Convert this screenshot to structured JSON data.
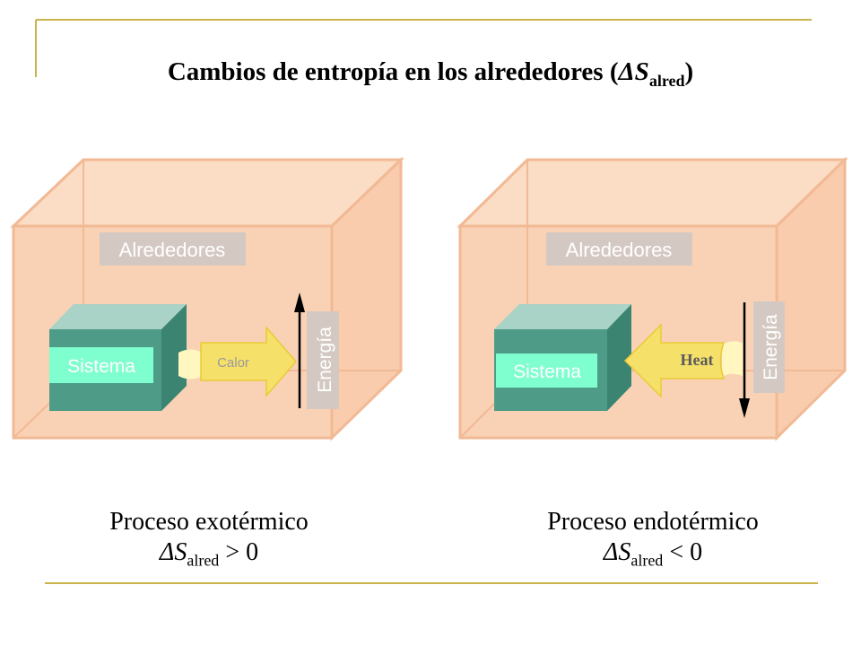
{
  "title": {
    "prefix": "Cambios de entropía en los alrededores (",
    "delta_s": "ΔS",
    "subscript": "alred",
    "suffix": ")"
  },
  "panels": [
    {
      "surroundings_label": "Alrededores",
      "system_label": "Sistema",
      "heat_label": "Calor",
      "energy_label": "Energía",
      "process_label": "Proceso exotérmico",
      "delta_s": "ΔS",
      "subscript": "alred",
      "relation": " > 0"
    },
    {
      "surroundings_label": "Alrededores",
      "system_label": "Sistema",
      "heat_label": "Heat",
      "energy_label": "Energía",
      "process_label": "Proceso endotérmico",
      "delta_s": "ΔS",
      "subscript": "alred",
      "relation": " < 0"
    }
  ],
  "colors": {
    "accent_lines": "#C9B34A",
    "surroundings_fill": "#F9D2B5",
    "surroundings_edge": "#F2B995",
    "system_front": "#4E9B87",
    "system_top": "#A8D3C6",
    "label_box": "#D4C9C2",
    "system_label_box": "#7FFFCF",
    "heat_arrow": "#F5E06A"
  }
}
